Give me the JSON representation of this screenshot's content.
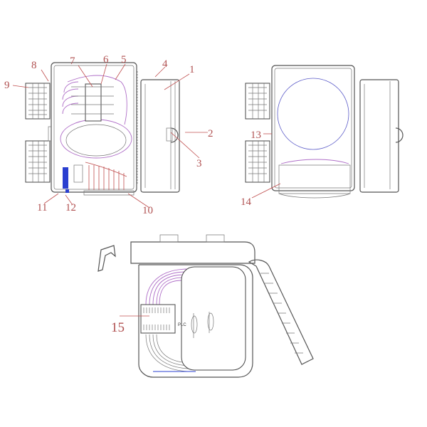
{
  "diagram": {
    "labels": {
      "l1": "1",
      "l2": "2",
      "l3": "3",
      "l4": "4",
      "l5": "5",
      "l6": "6",
      "l7": "7",
      "l8": "8",
      "l9": "9",
      "l10": "10",
      "l11": "11",
      "l12": "12",
      "l13": "13",
      "l14": "14",
      "l15": "15"
    },
    "splitter_text": "PLC",
    "colors": {
      "label": "#b05050",
      "fiber": "#b070c8",
      "adapter": "#2a3fd0"
    }
  }
}
